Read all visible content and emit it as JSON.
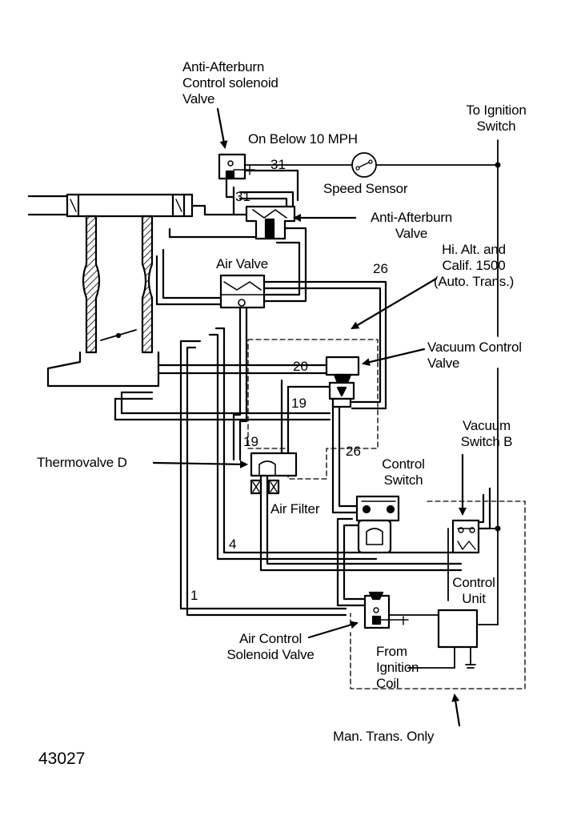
{
  "labels": {
    "anti_afterburn_control_solenoid": [
      "Anti-Afterburn",
      "Control solenoid",
      "Valve"
    ],
    "to_ignition_switch": [
      "To Ignition",
      "Switch"
    ],
    "on_below_10_mph": "On Below 10 MPH",
    "speed_sensor": "Speed Sensor",
    "anti_afterburn_valve": [
      "Anti-Afterburn",
      "Valve"
    ],
    "air_valve": "Air Valve",
    "hi_alt_calif": [
      "Hi. Alt. and",
      "Calif. 1500",
      "(Auto. Trans.)"
    ],
    "vacuum_control_valve": [
      "Vacuum Control",
      "Valve"
    ],
    "thermovalve_d": "Thermovalve D",
    "control_switch": [
      "Control",
      "Switch"
    ],
    "vacuum_switch_b": [
      "Vacuum",
      "Switch B"
    ],
    "air_filter": "Air Filter",
    "control_unit": [
      "Control",
      "Unit"
    ],
    "air_control_solenoid_valve": [
      "Air Control",
      "Solenoid Valve"
    ],
    "from_ignition_coil": [
      "From",
      "Ignition",
      "Coil"
    ],
    "man_trans_only": "Man. Trans. Only"
  },
  "hose_numbers": {
    "h31_top": "31",
    "h31_lower": "31",
    "h26_top": "26",
    "h20": "20",
    "h19_right": "19",
    "h19_left": "19",
    "h26_lower": "26",
    "h4": "4",
    "h1": "1"
  },
  "figure_number": "43027"
}
